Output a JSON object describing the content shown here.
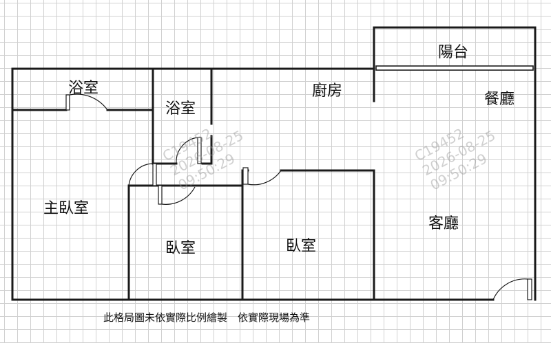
{
  "rooms": {
    "balcony": "陽台",
    "bath_master": "浴室",
    "bath_second": "浴室",
    "kitchen": "廚房",
    "dining": "餐廳",
    "master_bedroom": "主臥室",
    "bedroom_1": "臥室",
    "bedroom_2": "臥室",
    "living_room": "客廳"
  },
  "watermark": {
    "code": "C19452",
    "date": "2026-08-25",
    "time": "09:50:29"
  },
  "note": "此格局圖未依實際比例繪製　依實際現場為準"
}
